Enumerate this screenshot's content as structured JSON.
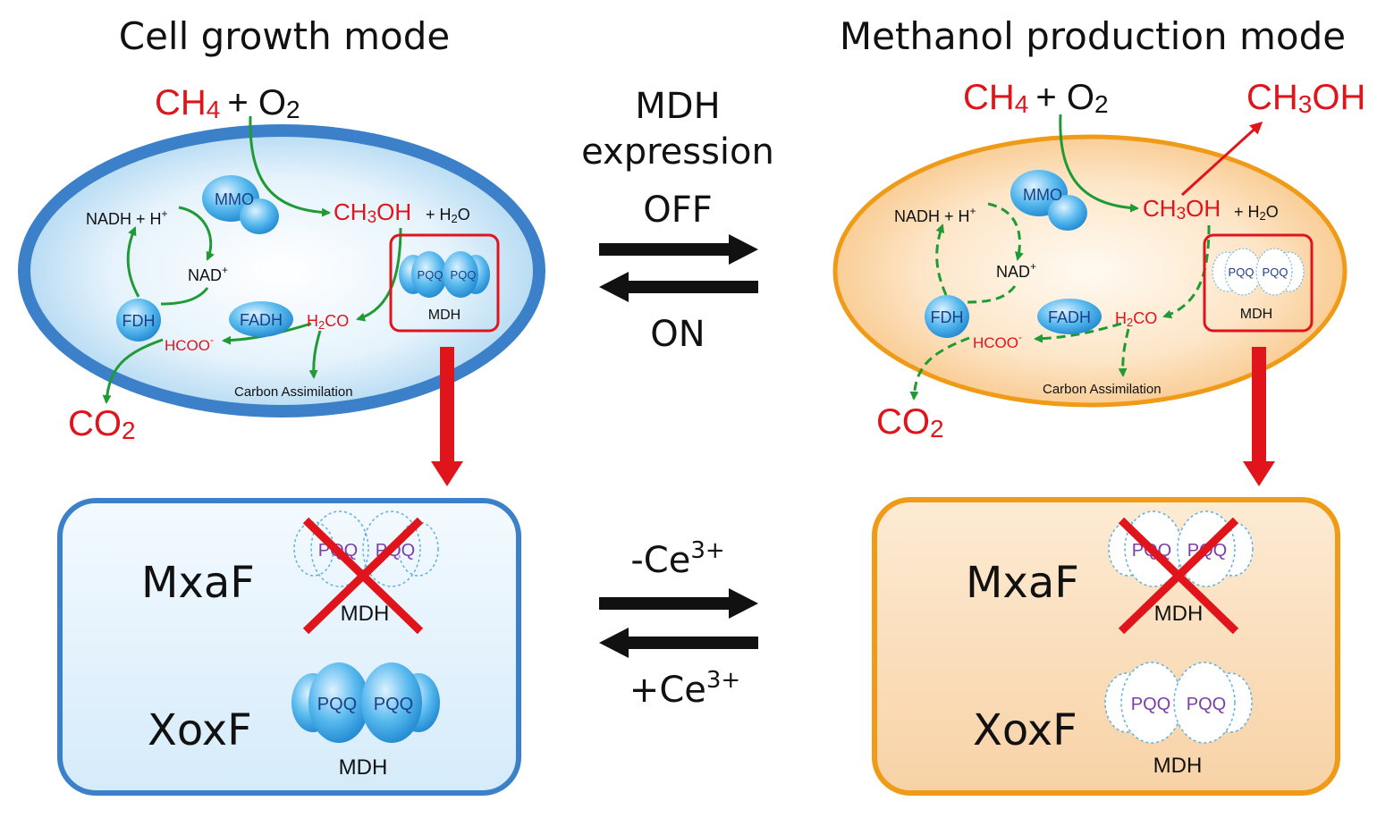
{
  "left_panel": {
    "title": "Cell growth mode",
    "substrate_ch4": "CH",
    "sub4": "4",
    "plus_o2": "+ O",
    "sub2": "2",
    "methanol": "CH",
    "methanol_sub": "3",
    "methanol_tail": "OH",
    "plus_h2o": "+ H",
    "h2o_sub": "2",
    "h2o_tail": "O",
    "mmo": "MMO",
    "nadh": "NADH + H",
    "plus_sup": "+",
    "nad": "NAD",
    "fdh": "FDH",
    "fadh": "FADH",
    "h2co": "H",
    "h2co_sub": "2",
    "h2co_tail": "CO",
    "hcoo": "HCOO",
    "minus_sup": "-",
    "carbon_assimilation": "Carbon Assimilation",
    "pqq_a": "PQQ",
    "pqq_b": "PQQ",
    "mdh": "MDH",
    "co2": "CO",
    "co2_sub": "2",
    "box_mxaf": "MxaF",
    "box_xoxf": "XoxF",
    "box_pqq_a": "PQQ",
    "box_pqq_b": "PQQ",
    "box_mdh_top": "MDH",
    "box_xoxf_pqq_a": "PQQ",
    "box_xoxf_pqq_b": "PQQ",
    "box_mdh_bottom": "MDH"
  },
  "right_panel": {
    "title": "Methanol production mode",
    "substrate_ch4": "CH",
    "sub4": "4",
    "plus_o2": "+ O",
    "sub2": "2",
    "product_ch3oh": "CH",
    "product_sub": "3",
    "product_tail": "OH",
    "methanol": "CH",
    "methanol_sub": "3",
    "methanol_tail": "OH",
    "plus_h2o": "+ H",
    "h2o_sub": "2",
    "h2o_tail": "O",
    "mmo": "MMO",
    "nadh": "NADH + H",
    "plus_sup": "+",
    "nad": "NAD",
    "fdh": "FDH",
    "fadh": "FADH",
    "h2co": "H",
    "h2co_sub": "2",
    "h2co_tail": "CO",
    "hcoo": "HCOO",
    "minus_sup": "-",
    "carbon_assimilation": "Carbon Assimilation",
    "pqq_a": "PQQ",
    "pqq_b": "PQQ",
    "mdh": "MDH",
    "co2": "CO",
    "co2_sub": "2",
    "box_mxaf": "MxaF",
    "box_xoxf": "XoxF",
    "box_pqq_a": "PQQ",
    "box_pqq_b": "PQQ",
    "box_mdh_top": "MDH",
    "box_xoxf_pqq_a": "PQQ",
    "box_xoxf_pqq_b": "PQQ",
    "box_mdh_bottom": "MDH"
  },
  "center": {
    "mdh_line1": "MDH",
    "mdh_line2": "expression",
    "off": "OFF",
    "on": "ON",
    "minus_ce": "-Ce",
    "plus_ce": "+Ce",
    "ce_sup": "3+"
  },
  "colors": {
    "growth_border": "#3b80c8",
    "growth_fill": "#e4f1fb",
    "production_border": "#ef9b17",
    "production_fill": "#fbe1c1",
    "pathway_green": "#1f9a35",
    "highlight_red": "#e0141b",
    "enzyme_blue": "#2a9ee0"
  }
}
